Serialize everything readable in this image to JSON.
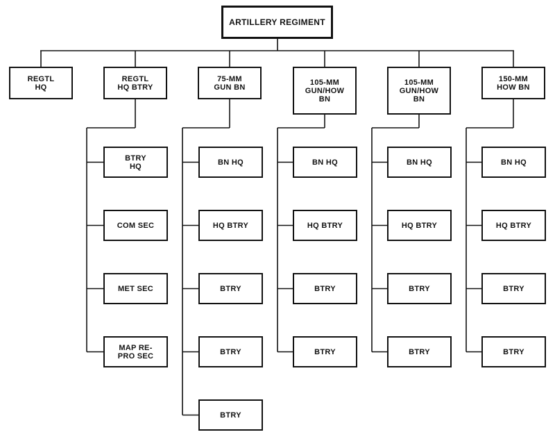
{
  "diagram": {
    "root": "ARTILLERY REGIMENT",
    "units": [
      {
        "id": "regtl-hq",
        "label": "REGTL\nHQ",
        "children": []
      },
      {
        "id": "regtl-hq-btry",
        "label": "REGTL\nHQ BTRY",
        "children": [
          "BTRY\nHQ",
          "COM SEC",
          "MET SEC",
          "MAP RE-\nPRO SEC"
        ]
      },
      {
        "id": "75mm-gun-bn",
        "label": "75-MM\nGUN BN",
        "children": [
          "BN HQ",
          "HQ BTRY",
          "BTRY",
          "BTRY",
          "BTRY"
        ]
      },
      {
        "id": "105mm-gun-how-bn-1",
        "label": "105-MM\nGUN/HOW\nBN",
        "children": [
          "BN HQ",
          "HQ BTRY",
          "BTRY",
          "BTRY"
        ]
      },
      {
        "id": "105mm-gun-how-bn-2",
        "label": "105-MM\nGUN/HOW\nBN",
        "children": [
          "BN HQ",
          "HQ BTRY",
          "BTRY",
          "BTRY"
        ]
      },
      {
        "id": "150mm-how-bn",
        "label": "150-MM\nHOW BN",
        "children": [
          "BN HQ",
          "HQ BTRY",
          "BTRY",
          "BTRY"
        ]
      }
    ]
  }
}
